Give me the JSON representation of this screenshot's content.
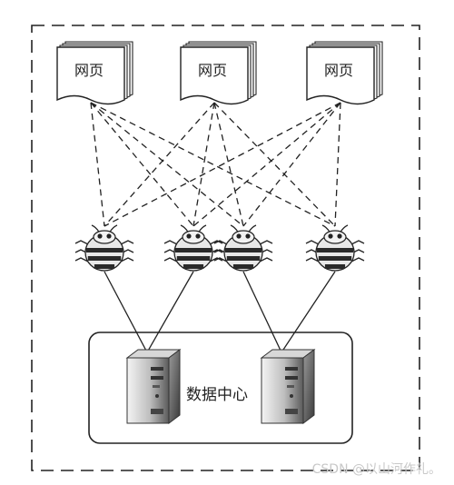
{
  "pages": [
    {
      "label": "网页"
    },
    {
      "label": "网页"
    },
    {
      "label": "网页"
    }
  ],
  "crawlers": [
    {
      "page_links": [
        0,
        1,
        2
      ]
    },
    {
      "page_links": [
        0,
        1,
        2
      ]
    },
    {
      "page_links": [
        0,
        1,
        2
      ]
    },
    {
      "page_links": [
        0,
        1,
        2
      ]
    }
  ],
  "data_center": {
    "label": "数据中心",
    "servers": 2,
    "server_links": [
      [
        0,
        1
      ],
      [
        2,
        3
      ]
    ]
  },
  "watermark": "CSDN @以山河作礼。",
  "colors": {
    "ink": "#222222",
    "server_dark": "#555555",
    "server_light": "#e6e6e6"
  }
}
